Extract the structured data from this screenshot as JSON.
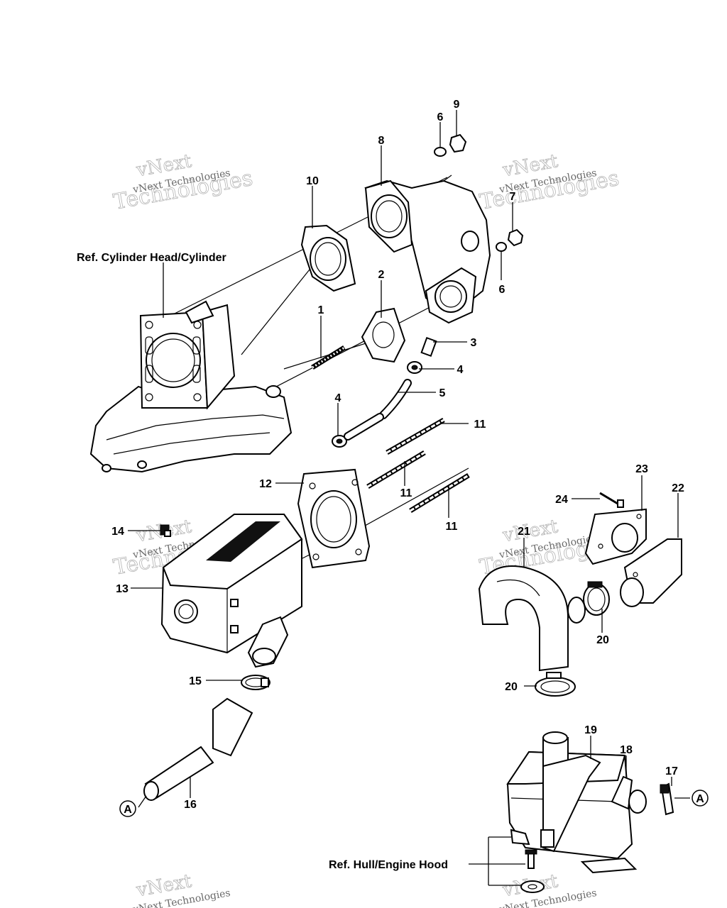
{
  "refs": {
    "cylinder": "Ref. Cylinder Head/Cylinder",
    "hull": "Ref. Hull/Engine Hood"
  },
  "callouts": [
    "1",
    "2",
    "3",
    "4",
    "4",
    "5",
    "6",
    "6",
    "7",
    "8",
    "9",
    "10",
    "11",
    "11",
    "11",
    "12",
    "13",
    "14",
    "15",
    "16",
    "17",
    "18",
    "19",
    "20",
    "20",
    "21",
    "22",
    "23",
    "24"
  ],
  "connector": "A",
  "watermark": {
    "small": "vNext Technologies",
    "top": "vNext",
    "big": "Technologies"
  }
}
